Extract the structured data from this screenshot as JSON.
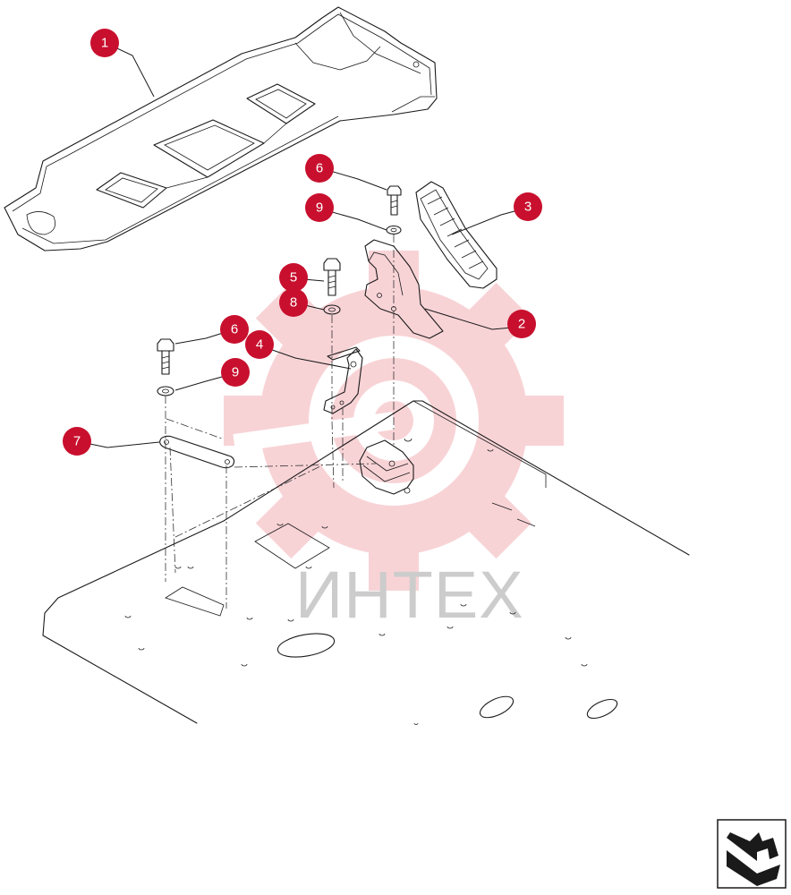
{
  "callouts": [
    {
      "id": "c1",
      "label": "1"
    },
    {
      "id": "c2",
      "label": "2"
    },
    {
      "id": "c3",
      "label": "3"
    },
    {
      "id": "c4",
      "label": "4"
    },
    {
      "id": "c5",
      "label": "5"
    },
    {
      "id": "c6a",
      "label": "6"
    },
    {
      "id": "c6b",
      "label": "6"
    },
    {
      "id": "c7",
      "label": "7"
    },
    {
      "id": "c8",
      "label": "8"
    },
    {
      "id": "c9a",
      "label": "9"
    },
    {
      "id": "c9b",
      "label": "9"
    }
  ],
  "watermark": {
    "text": "ИНТЕХ",
    "color": "#f2c4c8"
  },
  "colors": {
    "callout": "#c8102e",
    "line": "#1a1a1a"
  },
  "nav_icon": "next-page-arrow-icon"
}
